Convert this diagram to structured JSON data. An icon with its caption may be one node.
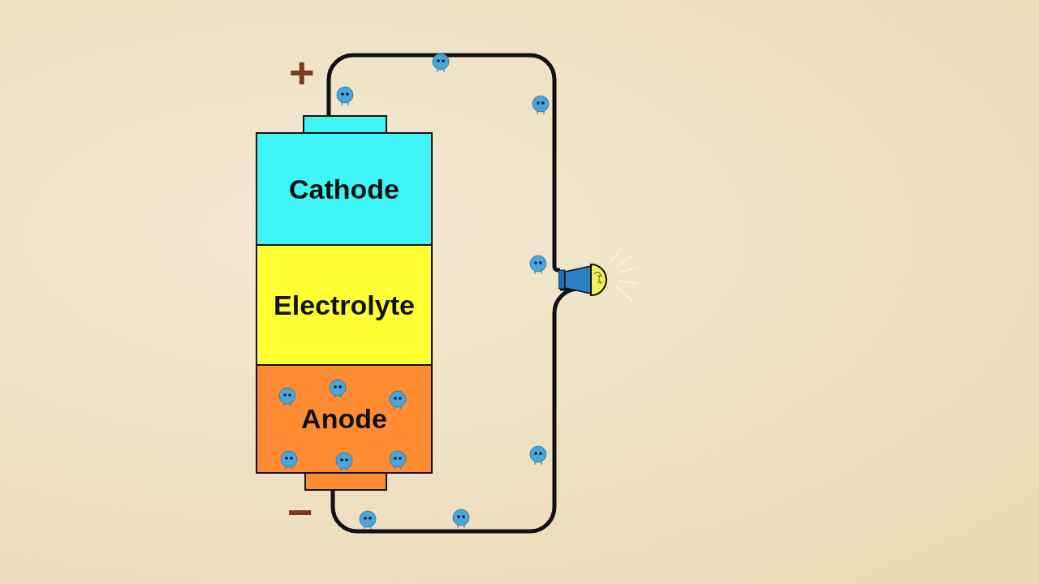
{
  "diagram": {
    "nodes": [
      {
        "text": [],
        "shape": "box"
      },
      {
        "text": [
          "Cathode"
        ]
      },
      {
        "text": [
          "Electrolyte"
        ]
      },
      {
        "text": [
          "Anode"
        ]
      },
      {
        "text": [],
        "shape": "box"
      },
      {
        "text": [],
        "shape": "picture"
      }
    ],
    "edges": [
      {
        "from": 0,
        "to": 5,
        "arrow": "none"
      },
      {
        "from": 5,
        "to": 4,
        "arrow": "none"
      }
    ],
    "labels": [
      "+",
      "−"
    ]
  }
}
